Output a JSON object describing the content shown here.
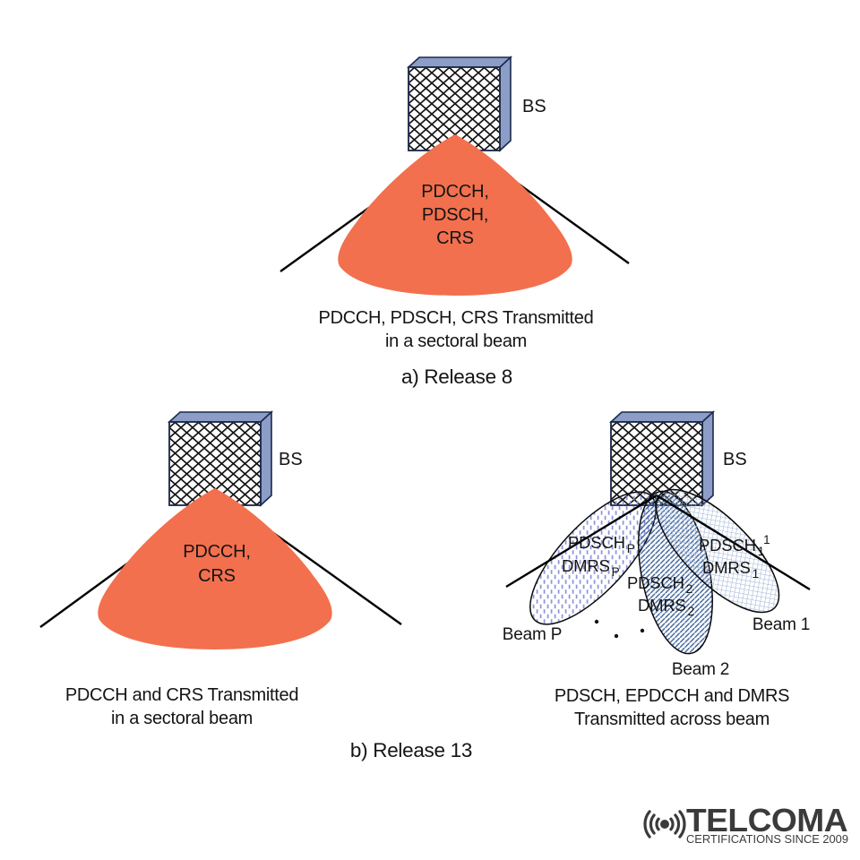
{
  "colors": {
    "background": "#FFFFFF",
    "sector_beam_fill": "#F2704E",
    "antenna_panel": "#8C9DC8",
    "antenna_outline": "#1B2A4A",
    "mesh_stroke": "#141414",
    "sector_line": "#000000",
    "beam_p_pattern": "#8B90D8",
    "beam_2_pattern": "#41659B",
    "beam_1_pattern": "#9FB4D6",
    "text": "#141414",
    "logo": "#3B3B3B"
  },
  "figure_a": {
    "bs_label": "BS",
    "beam_labels": [
      "PDCCH,",
      "PDSCH,",
      "CRS"
    ],
    "caption": [
      "PDCCH, PDSCH, CRS Transmitted",
      "in a sectoral beam"
    ],
    "title": "a) Release 8"
  },
  "figure_b": {
    "title": "b) Release 13",
    "left": {
      "bs_label": "BS",
      "beam_labels": [
        "PDCCH,",
        "CRS"
      ],
      "caption": [
        "PDCCH and CRS Transmitted",
        "in a sectoral beam"
      ]
    },
    "right": {
      "bs_label": "BS",
      "caption": [
        "PDSCH, EPDCCH and DMRS",
        "Transmitted across beam"
      ],
      "beams": [
        {
          "label": "Beam P",
          "pdsch": "PDSCH",
          "pdsch_sub": "P",
          "dmrs": "DMRS",
          "dmrs_sub": "P"
        },
        {
          "label": "Beam 2",
          "pdsch": "PDSCH",
          "pdsch_sub": "2",
          "dmrs": "DMRS",
          "dmrs_sub": "2"
        },
        {
          "label": "Beam 1",
          "pdsch": "PDSCH",
          "pdsch_sub": "1",
          "pdsch_sup": "1",
          "dmrs": "DMRS",
          "dmrs_sub": "1"
        }
      ]
    }
  },
  "logo": {
    "brand": "TELCOMA",
    "tagline": "CERTIFICATIONS SINCE 2009"
  }
}
